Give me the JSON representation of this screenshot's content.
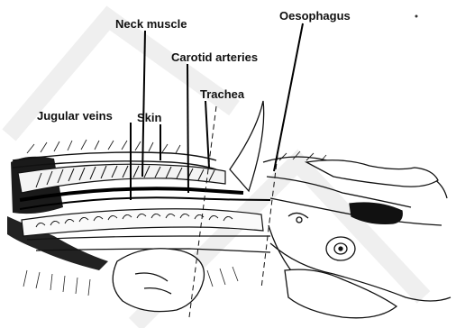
{
  "labels": {
    "neck_muscle": "Neck muscle",
    "oesophagus": "Oesophagus",
    "carotid_arteries": "Carotid arteries",
    "trachea": "Trachea",
    "jugular_veins": "Jugular veins",
    "skin": "Skin"
  },
  "colors": {
    "ink": "#111111",
    "background": "#ffffff",
    "watermark": "#eeeeee"
  }
}
